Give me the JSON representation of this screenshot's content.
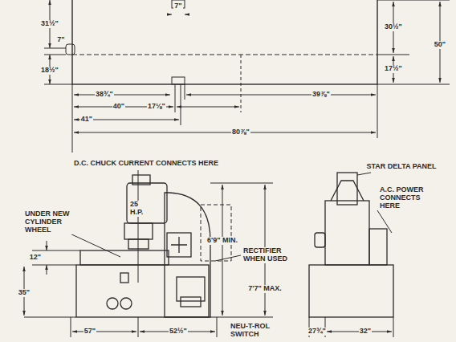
{
  "diagram": {
    "labels": [
      "31½\"",
      "7\"",
      "30½\"",
      "50\"",
      "7\"",
      "18½\"",
      "17½\"",
      "38¾\"",
      "40\"",
      "17⅛\"",
      "39⅞\"",
      "41\"",
      "80⅞\"",
      "D.C. CHUCK CURRENT CONNECTS HERE",
      "25 H.P.",
      "STAR DELTA PANEL",
      "A.C. POWER CONNECTS HERE",
      "UNDER NEW CYLINDER WHEEL",
      "6'9\" MIN.",
      "RECTIFIER WHEN USED",
      "12\"",
      "35\"",
      "7'7\" MAX.",
      "57\"",
      "52½\"",
      "NEU-T-ROL SWITCH",
      "27¾\"",
      "32\""
    ]
  }
}
